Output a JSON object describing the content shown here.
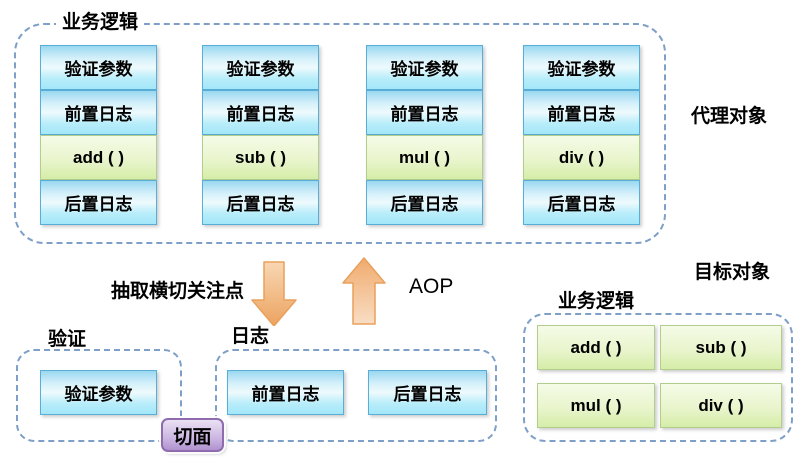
{
  "proxy": {
    "group_label": "业务逻辑",
    "side_label": "代理对象",
    "columns": [
      {
        "validate": "验证参数",
        "before": "前置日志",
        "method": "add ( )",
        "after": "后置日志"
      },
      {
        "validate": "验证参数",
        "before": "前置日志",
        "method": "sub ( )",
        "after": "后置日志"
      },
      {
        "validate": "验证参数",
        "before": "前置日志",
        "method": "mul ( )",
        "after": "后置日志"
      },
      {
        "validate": "验证参数",
        "before": "前置日志",
        "method": "div ( )",
        "after": "后置日志"
      }
    ]
  },
  "middle": {
    "extract_label": "抽取横切关注点",
    "aop_label": "AOP"
  },
  "aspects": {
    "validate_group_label": "验证",
    "validate_box": "验证参数",
    "log_group_label": "日志",
    "log_before_box": "前置日志",
    "log_after_box": "后置日志",
    "aspect_badge": "切面"
  },
  "target": {
    "side_label": "目标对象",
    "group_label": "业务逻辑",
    "methods": [
      "add ( )",
      "sub ( )",
      "mul ( )",
      "div ( )"
    ]
  },
  "colors": {
    "dash_border": "#7e9fc7",
    "blue_box_border": "#58aed6",
    "green_box_border": "#b2cd8e",
    "purple_border": "#8f6cae",
    "arrow_orange": "#f0a968"
  }
}
